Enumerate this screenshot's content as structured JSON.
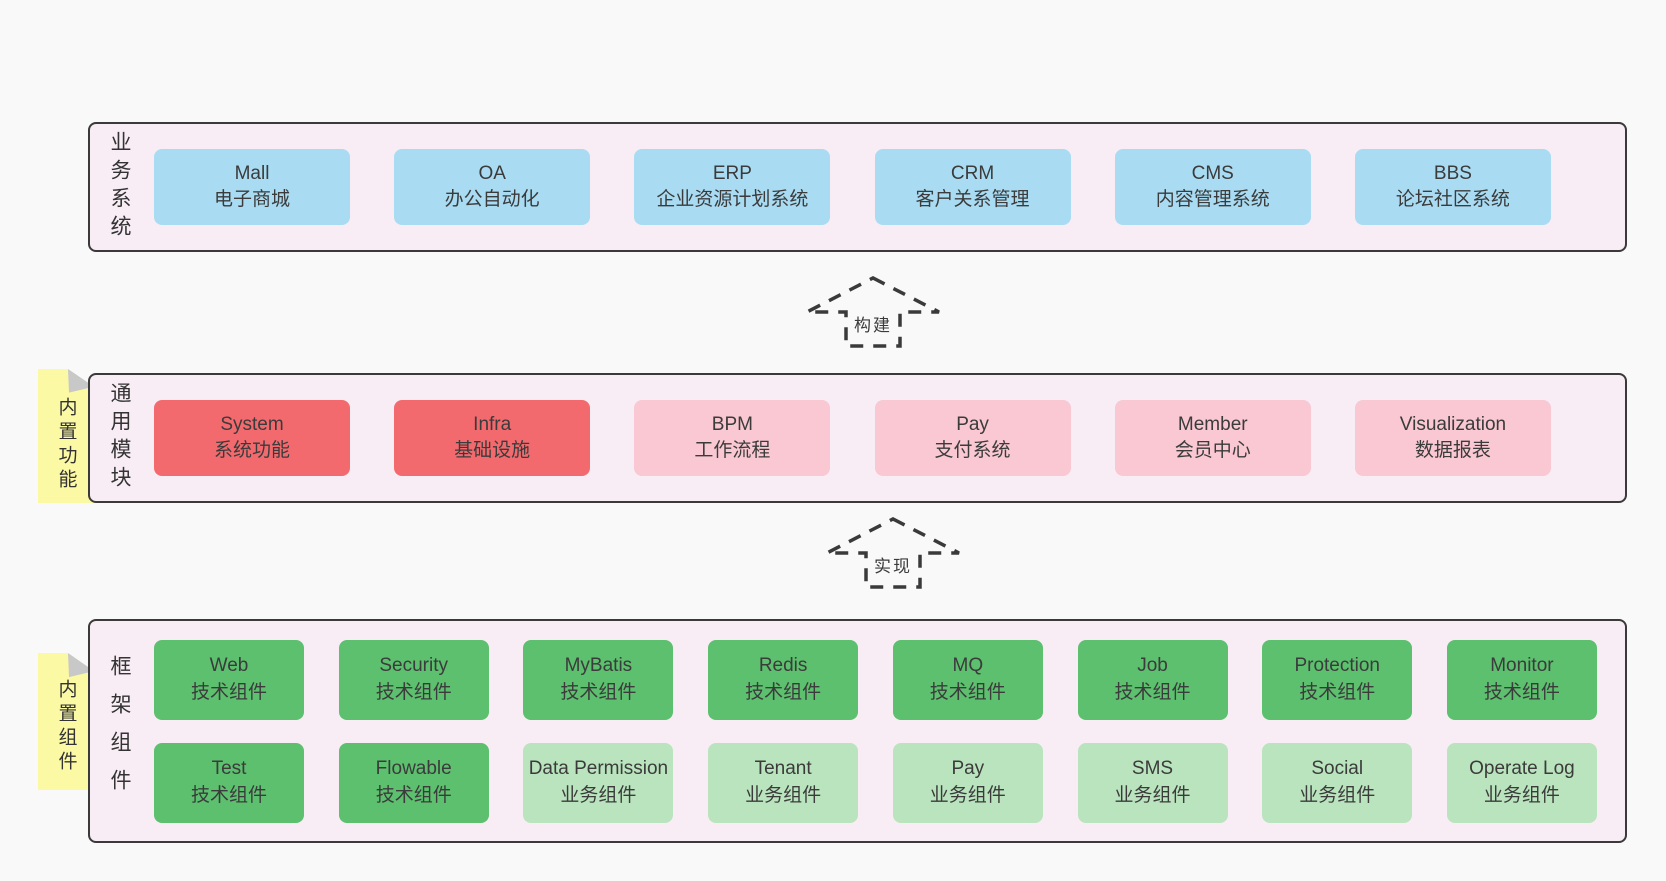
{
  "colors": {
    "page_bg": "#f9f9f9",
    "band_bg": "#f8edf5",
    "band_border": "#3a3a3a",
    "blue": "#a9dcf3",
    "red": "#f36a6e",
    "pink": "#f9c8d2",
    "green": "#5cc06e",
    "light_green": "#b9e4bd",
    "sticky_yellow": "#fcf9a5",
    "sticky_fold": "#c8c8c8",
    "text": "#3b3b3b"
  },
  "arrows": {
    "build": {
      "label": "构建"
    },
    "implement": {
      "label": "实现"
    }
  },
  "bands": {
    "business": {
      "label": "业务系统",
      "items": [
        {
          "title": "Mall",
          "subtitle": "电子商城",
          "variant": "blue"
        },
        {
          "title": "OA",
          "subtitle": "办公自动化",
          "variant": "blue"
        },
        {
          "title": "ERP",
          "subtitle": "企业资源计划系统",
          "variant": "blue"
        },
        {
          "title": "CRM",
          "subtitle": "客户关系管理",
          "variant": "blue"
        },
        {
          "title": "CMS",
          "subtitle": "内容管理系统",
          "variant": "blue"
        },
        {
          "title": "BBS",
          "subtitle": "论坛社区系统",
          "variant": "blue"
        }
      ]
    },
    "modules": {
      "label": "通用模块",
      "sticky": "内置功能",
      "items": [
        {
          "title": "System",
          "subtitle": "系统功能",
          "variant": "red"
        },
        {
          "title": "Infra",
          "subtitle": "基础设施",
          "variant": "red"
        },
        {
          "title": "BPM",
          "subtitle": "工作流程",
          "variant": "pink"
        },
        {
          "title": "Pay",
          "subtitle": "支付系统",
          "variant": "pink"
        },
        {
          "title": "Member",
          "subtitle": "会员中心",
          "variant": "pink"
        },
        {
          "title": "Visualization",
          "subtitle": "数据报表",
          "variant": "pink"
        }
      ]
    },
    "components": {
      "label": "框架组件",
      "sticky": "内置组件",
      "row1": [
        {
          "title": "Web",
          "subtitle": "技术组件",
          "variant": "green"
        },
        {
          "title": "Security",
          "subtitle": "技术组件",
          "variant": "green"
        },
        {
          "title": "MyBatis",
          "subtitle": "技术组件",
          "variant": "green"
        },
        {
          "title": "Redis",
          "subtitle": "技术组件",
          "variant": "green"
        },
        {
          "title": "MQ",
          "subtitle": "技术组件",
          "variant": "green"
        },
        {
          "title": "Job",
          "subtitle": "技术组件",
          "variant": "green"
        },
        {
          "title": "Protection",
          "subtitle": "技术组件",
          "variant": "green"
        },
        {
          "title": "Monitor",
          "subtitle": "技术组件",
          "variant": "green"
        }
      ],
      "row2": [
        {
          "title": "Test",
          "subtitle": "技术组件",
          "variant": "green"
        },
        {
          "title": "Flowable",
          "subtitle": "技术组件",
          "variant": "green"
        },
        {
          "title": "Data Permission",
          "subtitle": "业务组件",
          "variant": "lightgreen"
        },
        {
          "title": "Tenant",
          "subtitle": "业务组件",
          "variant": "lightgreen"
        },
        {
          "title": "Pay",
          "subtitle": "业务组件",
          "variant": "lightgreen"
        },
        {
          "title": "SMS",
          "subtitle": "业务组件",
          "variant": "lightgreen"
        },
        {
          "title": "Social",
          "subtitle": "业务组件",
          "variant": "lightgreen"
        },
        {
          "title": "Operate Log",
          "subtitle": "业务组件",
          "variant": "lightgreen"
        }
      ]
    }
  }
}
